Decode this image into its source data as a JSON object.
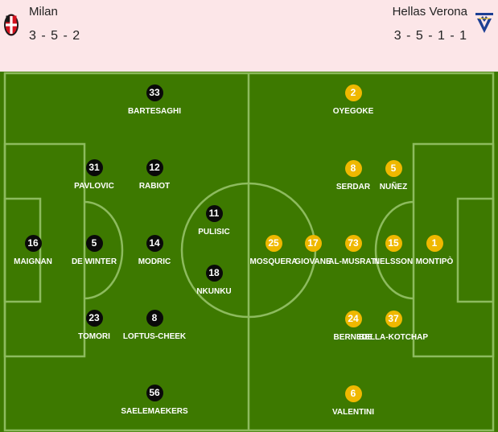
{
  "home": {
    "name": "Milan",
    "formation": "3 - 5 - 2",
    "logo_icon": "ac-milan-crest-icon",
    "badge_color": "#0a0a0a",
    "players": [
      {
        "number": "33",
        "name": "BARTESAGHI"
      },
      {
        "number": "31",
        "name": "PAVLOVIC"
      },
      {
        "number": "12",
        "name": "RABIOT"
      },
      {
        "number": "16",
        "name": "MAIGNAN"
      },
      {
        "number": "5",
        "name": "DE WINTER"
      },
      {
        "number": "14",
        "name": "MODRIC"
      },
      {
        "number": "11",
        "name": "PULISIC"
      },
      {
        "number": "18",
        "name": "NKUNKU"
      },
      {
        "number": "23",
        "name": "TOMORI"
      },
      {
        "number": "8",
        "name": "LOFTUS-CHEEK"
      },
      {
        "number": "56",
        "name": "SAELEMAEKERS"
      }
    ]
  },
  "away": {
    "name": "Hellas Verona",
    "formation": "3 - 5 - 1 - 1",
    "logo_icon": "hellas-verona-crest-icon",
    "badge_color": "#efb800",
    "players": [
      {
        "number": "2",
        "name": "OYEGOKE"
      },
      {
        "number": "8",
        "name": "SERDAR"
      },
      {
        "number": "5",
        "name": "NUÑEZ"
      },
      {
        "number": "25",
        "name": "MOSQUERA"
      },
      {
        "number": "17",
        "name": "GIOVANE"
      },
      {
        "number": "73",
        "name": "AL-MUSRATI"
      },
      {
        "number": "15",
        "name": "NELSSON"
      },
      {
        "number": "1",
        "name": "MONTIPÒ"
      },
      {
        "number": "24",
        "name": "BERNEDE"
      },
      {
        "number": "37",
        "name": "BELLA-KOTCHAP"
      },
      {
        "number": "6",
        "name": "VALENTINI"
      }
    ]
  },
  "pitch": {
    "grass_color": "#3d7900",
    "line_color": "#8dbb5e"
  }
}
